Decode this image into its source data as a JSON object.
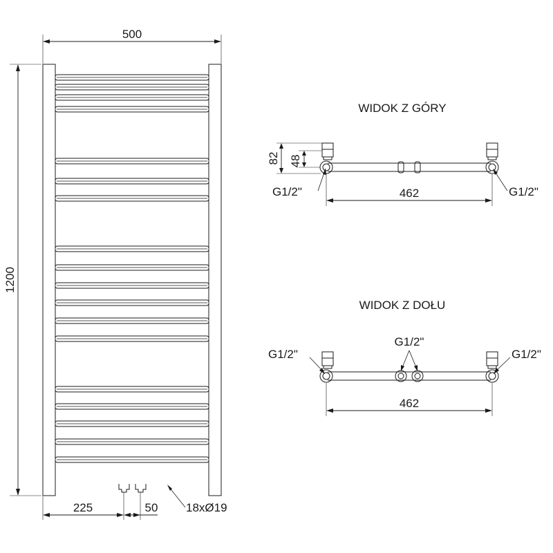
{
  "front_view": {
    "width_label": "500",
    "height_label": "1200",
    "connection_offset_label": "225",
    "connection_spacing_label": "50",
    "tube_spec_label": "18xØ19",
    "rung_count": 18
  },
  "top_view": {
    "title": "WIDOK Z GÓRY",
    "depth_label": "82",
    "axis_depth_label": "48",
    "left_thread_label": "G1/2\"",
    "right_thread_label": "G1/2\"",
    "axis_spacing_label": "462"
  },
  "bottom_view": {
    "title": "WIDOK Z DOŁU",
    "left_thread_label": "G1/2\"",
    "center_thread_label": "G1/2\"",
    "right_thread_label": "G1/2\"",
    "axis_spacing_label": "462"
  }
}
